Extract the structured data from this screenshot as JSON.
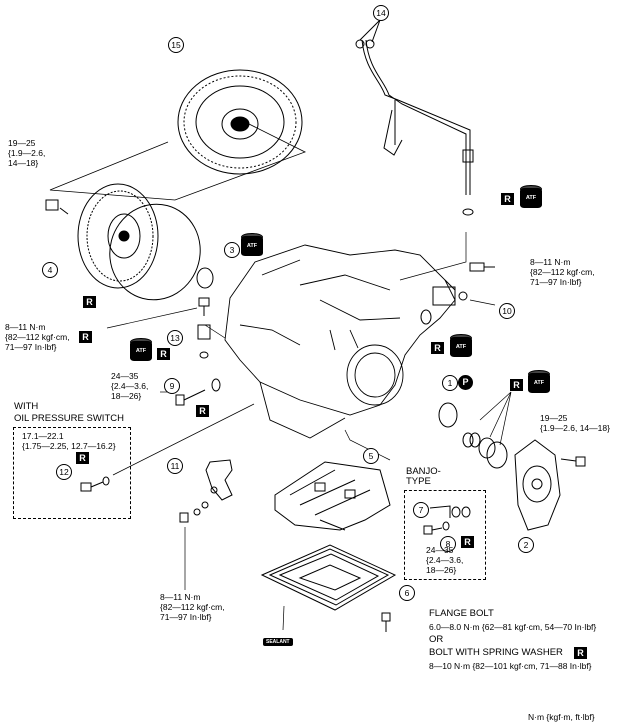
{
  "callouts": {
    "c1": "1",
    "c2": "2",
    "c3": "3",
    "c4": "4",
    "c5": "5",
    "c6": "6",
    "c7": "7",
    "c8": "8",
    "c9": "9",
    "c10": "10",
    "c11": "11",
    "c12": "12",
    "c13": "13",
    "c14": "14",
    "c15": "15"
  },
  "badges": {
    "r": "R",
    "p": "P",
    "atf": "ATF",
    "sealant": "SEALANT"
  },
  "torques": {
    "t_tl_1": "19—25",
    "t_tl_2": "{1.9—2.6,",
    "t_tl_3": "14—18}",
    "t_tr_1": "8—11 N·m",
    "t_tr_2": "{82—112 kgf·cm,",
    "t_tr_3": "71—97 In·lbf}",
    "t_ml_1": "8—11 N·m",
    "t_ml_2": "{82—112 kgf·cm,",
    "t_ml_3": "71—97 In·lbf}",
    "t_9_1": "24—35",
    "t_9_2": "{2.4—3.6,",
    "t_9_3": "18—26}",
    "t_r2_1": "19—25",
    "t_r2_2": "{1.9—2.6, 14—18}",
    "t_sw_1": "17.1—22.1",
    "t_sw_2": "{1.75—2.25, 12.7—16.2}",
    "t_b8_1": "24—35",
    "t_b8_2": "{2.4—3.6,",
    "t_b8_3": "18—26}",
    "t_bot_1": "8—11 N·m",
    "t_bot_2": "{82—112 kgf·cm,",
    "t_bot_3": "71—97 In·lbf}"
  },
  "labels": {
    "with": "WITH",
    "oil_switch": "OIL PRESSURE SWITCH",
    "banjo_1": "BANJO-",
    "banjo_2": "TYPE",
    "flange_bolt": "FLANGE BOLT",
    "flange_spec": "6.0—8.0 N·m {62—81 kgf·cm, 54—70 In·lbf}",
    "or": "OR",
    "washer_bolt": "BOLT WITH SPRING WASHER",
    "washer_spec": "8—10 N·m {82—101 kgf·cm, 71—88 In·lbf}",
    "units": "N·m {kgf·m, ft·lbf}"
  }
}
